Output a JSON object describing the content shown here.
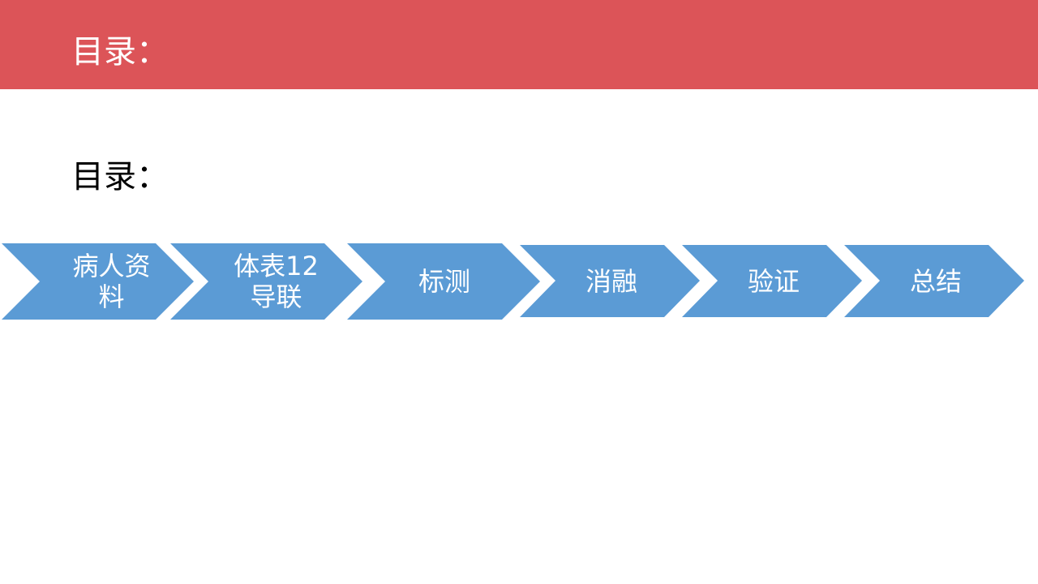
{
  "header": {
    "title": "目录："
  },
  "body": {
    "title": "目录："
  },
  "process": {
    "steps": [
      {
        "label": "病人资\n料"
      },
      {
        "label": "体表12\n导联"
      },
      {
        "label": "标测"
      },
      {
        "label": "消融"
      },
      {
        "label": "验证"
      },
      {
        "label": "总结"
      }
    ]
  },
  "colors": {
    "header_band": "#dc5458",
    "chevron_fill": "#5b9bd5",
    "chevron_text": "#ffffff"
  }
}
